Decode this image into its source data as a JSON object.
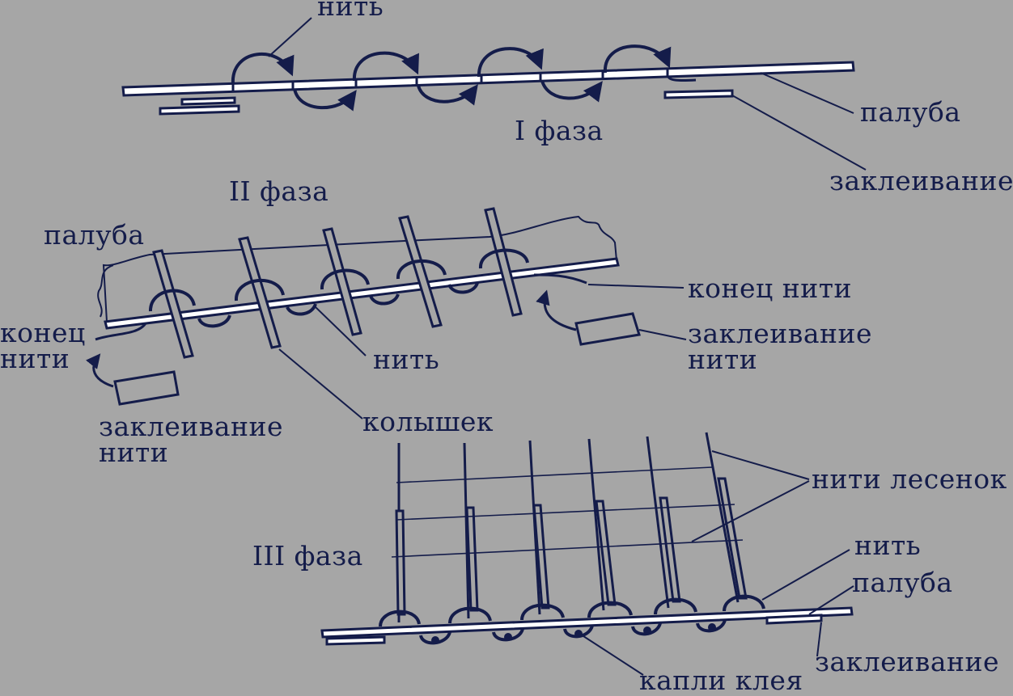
{
  "colors": {
    "background": "#a6a6a6",
    "ink": "#141c4a",
    "outline": "#ffffff"
  },
  "phase1": {
    "title": "I фаза",
    "thread": "нить",
    "deck": "палуба",
    "gluing": "заклеивание"
  },
  "phase2": {
    "title": "II фаза",
    "deck": "палуба",
    "thread_end_left": [
      "конец",
      "нити"
    ],
    "thread_end_right": "конец нити",
    "thread_gluing_right": [
      "заклеивание",
      "нити"
    ],
    "thread_gluing_left": [
      "заклеивание",
      "нити"
    ],
    "thread": "нить",
    "peg": "колышек"
  },
  "phase3": {
    "title": "III фаза",
    "ladder_threads": "нити лесенок",
    "thread": "нить",
    "deck": "палуба",
    "gluing": "заклеивание",
    "glue_drops": "капли клея"
  }
}
